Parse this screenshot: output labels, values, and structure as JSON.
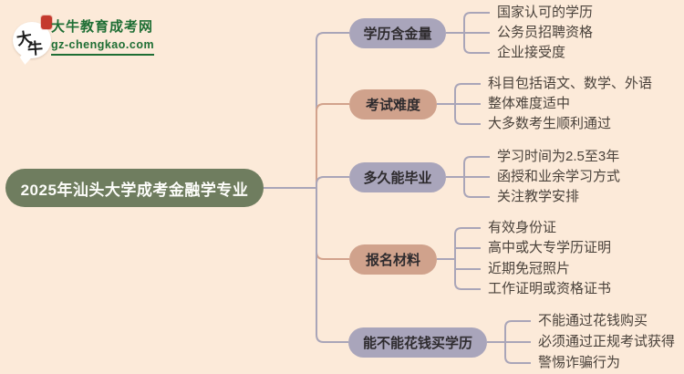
{
  "logo": {
    "bubble_char_1": "大",
    "bubble_char_2": "牛",
    "site_name": "大牛教育成考网",
    "site_url": "gz-chengkao.com"
  },
  "colors": {
    "background": "#fcead9",
    "root_fill": "#6f7d5f",
    "branch_purple": "#a9a5bb",
    "branch_salmon": "#d0a28c",
    "connector_gray": "#a9a5b8",
    "connector_salmon": "#d2a28c",
    "brand_green": "#1e6e34",
    "seal_red": "#c43a2e",
    "leaf_text": "#4a423b"
  },
  "mindmap": {
    "root": "2025年汕头大学成考金融学专业",
    "branches": [
      {
        "label": "学历含金量",
        "children": [
          "国家认可的学历",
          "公务员招聘资格",
          "企业接受度"
        ]
      },
      {
        "label": "考试难度",
        "children": [
          "科目包括语文、数学、外语",
          "整体难度适中",
          "大多数考生顺利通过"
        ]
      },
      {
        "label": "多久能毕业",
        "children": [
          "学习时间为2.5至3年",
          "函授和业余学习方式",
          "关注教学安排"
        ]
      },
      {
        "label": "报名材料",
        "children": [
          "有效身份证",
          "高中或大专学历证明",
          "近期免冠照片",
          "工作证明或资格证书"
        ]
      },
      {
        "label": "能不能花钱买学历",
        "children": [
          "不能通过花钱购买",
          "必须通过正规考试获得",
          "警惕诈骗行为"
        ]
      }
    ]
  }
}
